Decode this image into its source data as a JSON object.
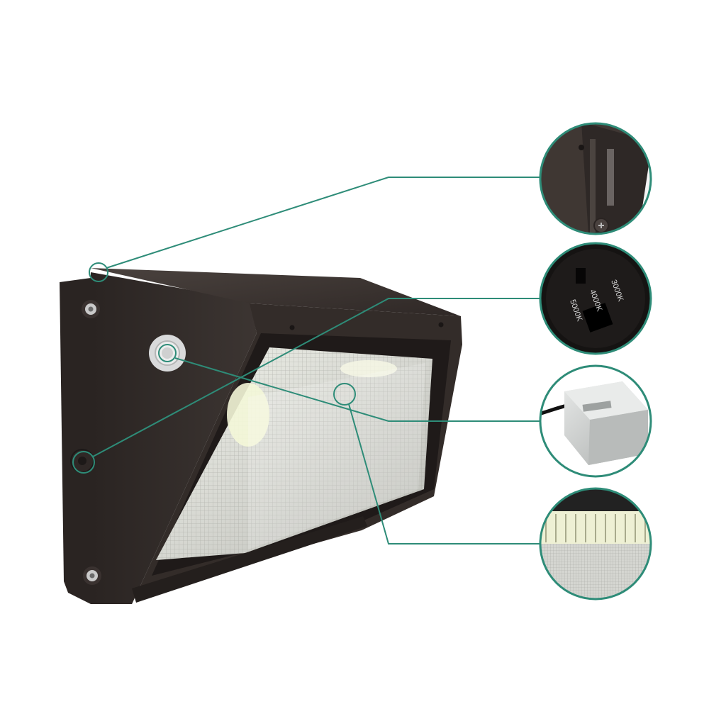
{
  "scene": {
    "subject": "LED wall pack light fixture with detail callouts",
    "colors": {
      "background": "#ffffff",
      "housing": "#3b3431",
      "housing_dark": "#2a2422",
      "housing_light": "#4a423e",
      "lens": "#dcdcd6",
      "lens_grid": "#b9b9b3",
      "led_glow": "#f4f7d8",
      "callout": "#2e8c78",
      "driver_body": "#c9cbca"
    }
  },
  "callouts": [
    {
      "id": "mount-bracket",
      "name": "mounting bracket detail"
    },
    {
      "id": "cct-switch",
      "name": "color temperature switch detail"
    },
    {
      "id": "driver",
      "name": "LED driver detail"
    },
    {
      "id": "led-board",
      "name": "LED board and lens detail"
    }
  ],
  "cct_switch": {
    "labels": [
      "3000K",
      "4000K",
      "5000K"
    ]
  }
}
